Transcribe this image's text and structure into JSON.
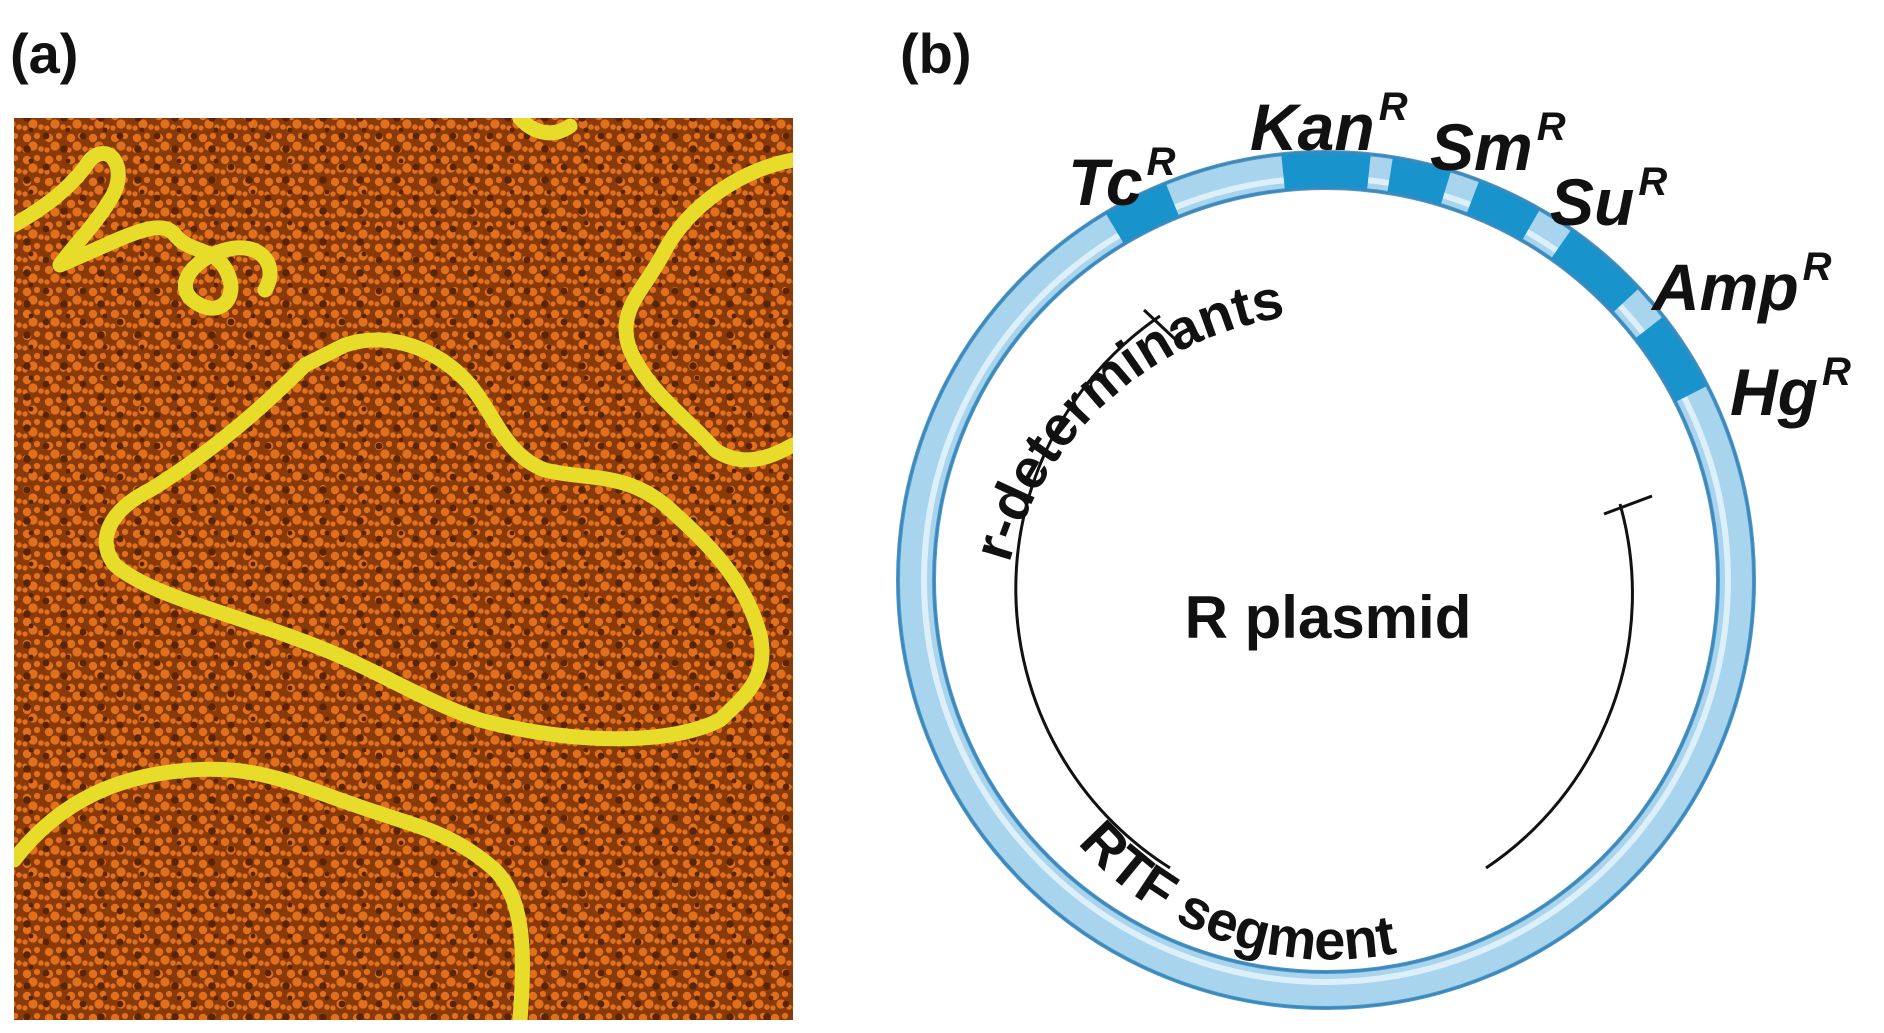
{
  "panel_a": {
    "label": "(a)"
  },
  "panel_b": {
    "label": "(b)",
    "center_label": "R plasmid",
    "region_labels": {
      "r_determinants": "r-determinants",
      "rtf_segment": "RTF segment"
    },
    "genes": [
      {
        "base": "Tc",
        "sup": "R"
      },
      {
        "base": "Kan",
        "sup": "R"
      },
      {
        "base": "Sm",
        "sup": "R"
      },
      {
        "base": "Su",
        "sup": "R"
      },
      {
        "base": "Amp",
        "sup": "R"
      },
      {
        "base": "Hg",
        "sup": "R"
      }
    ]
  },
  "colors": {
    "ring_light": "#a8d4ee",
    "ring_edge": "#5aa8d6",
    "gene_band": "#1893cc",
    "micrograph_bg": "#8a3a08",
    "micrograph_dot": "#e0701e",
    "dna_strand": "#e8dc2a"
  }
}
